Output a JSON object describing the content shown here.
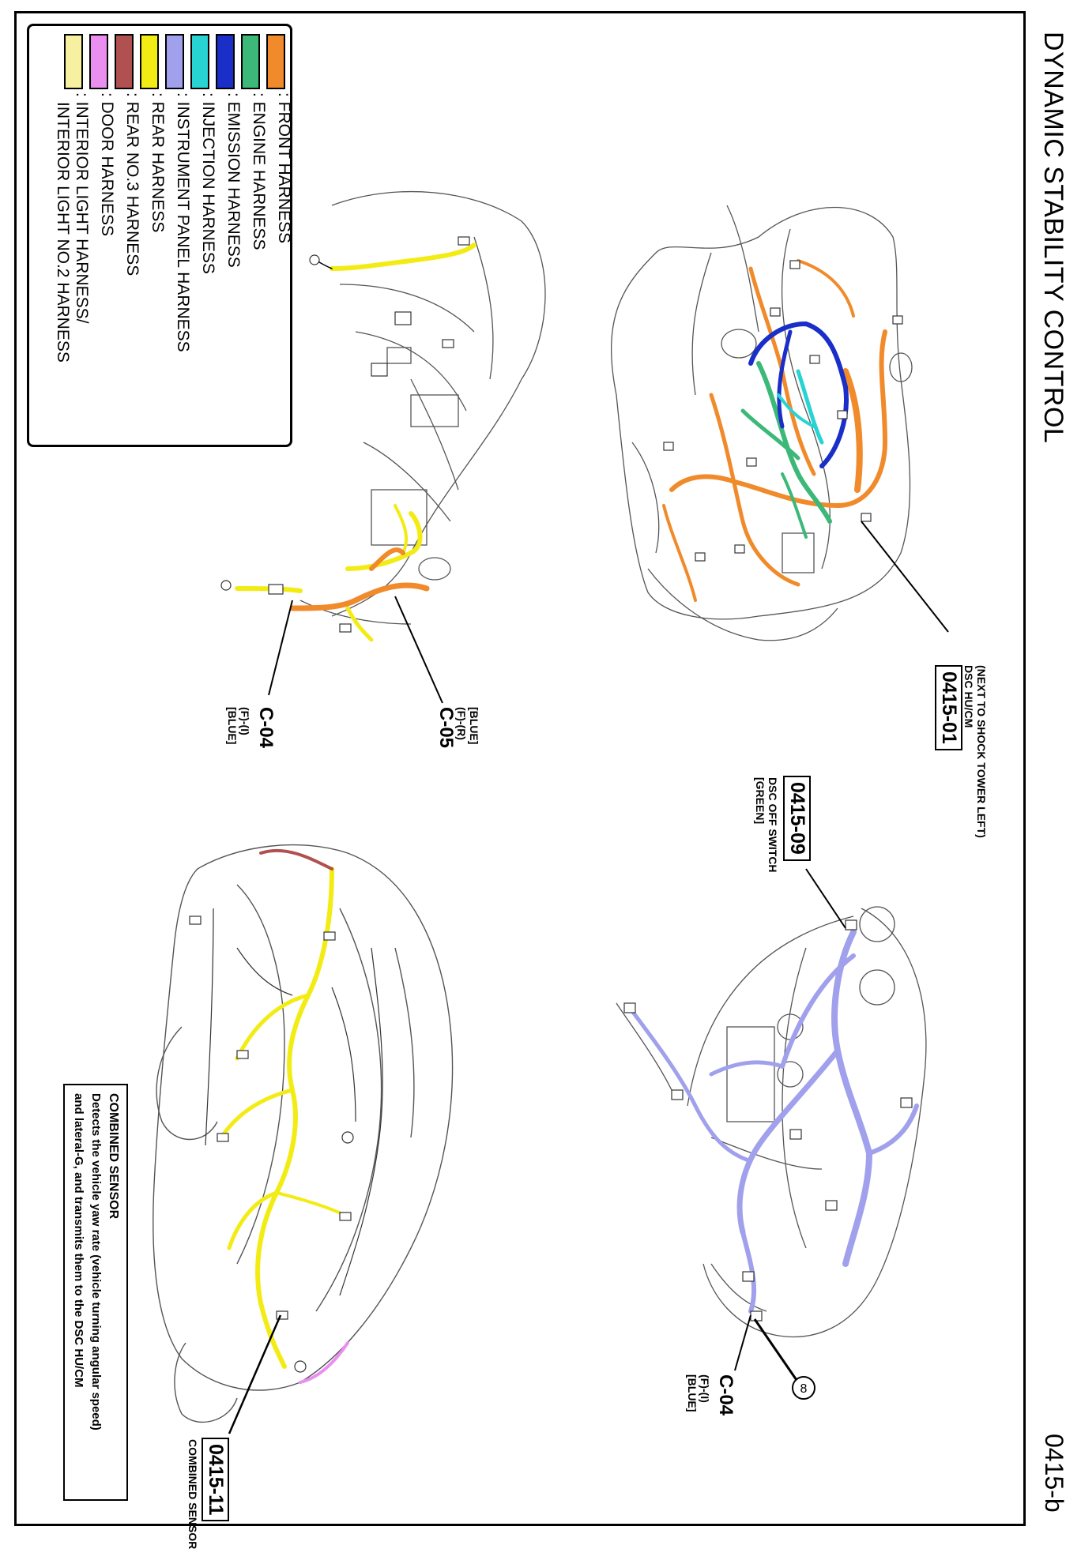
{
  "page": {
    "title": "DYNAMIC STABILITY CONTROL",
    "page_id": "0415-b"
  },
  "legend": {
    "items": [
      {
        "label": ": FRONT HARNESS",
        "color": "#f08a2a"
      },
      {
        "label": ": ENGINE HARNESS",
        "color": "#3cb878"
      },
      {
        "label": ": EMISSION HARNESS",
        "color": "#1a2ec8"
      },
      {
        "label": ": INJECTION HARNESS",
        "color": "#27d3d3"
      },
      {
        "label": ": INSTRUMENT PANEL HARNESS",
        "color": "#a0a0ec"
      },
      {
        "label": ": REAR HARNESS",
        "color": "#f2ec14"
      },
      {
        "label": ": REAR NO.3 HARNESS",
        "color": "#b05050"
      },
      {
        "label": ": DOOR HARNESS",
        "color": "#ea8ef0"
      },
      {
        "label": ": INTERIOR LIGHT HARNESS/",
        "color": "#f6f0a0"
      },
      {
        "label": "INTERIOR LIGHT NO.2 HARNESS",
        "color": ""
      }
    ]
  },
  "callouts": {
    "c0415_01": {
      "code": "0415-01",
      "desc1": "(NEXT TO SHOCK TOWER LEFT)",
      "desc2": "DSC HU/CM"
    },
    "c0415_09": {
      "code": "0415-09",
      "desc1": "DSC OFF SWITCH",
      "desc2": "[GREEN]"
    },
    "c0415_11": {
      "code": "0415-11",
      "desc1": "COMBINED SENSOR"
    }
  },
  "connectors": {
    "c05": {
      "code": "C-05",
      "line1": "(F)-(R)",
      "line2": "[BLUE]"
    },
    "c04_left": {
      "code": "C-04",
      "line1": "(F)-(I)",
      "line2": "[BLUE]"
    },
    "c04_right": {
      "code": "C-04",
      "line1": "(F)-(I)",
      "line2": "[BLUE]"
    },
    "marker": "8"
  },
  "note": {
    "heading": "COMBINED SENSOR",
    "line1": "Detects the vehicle yaw rate (vehicle turning angular speed)",
    "line2": "and lateral-G, and transmits them to the DSC HU/CM"
  }
}
